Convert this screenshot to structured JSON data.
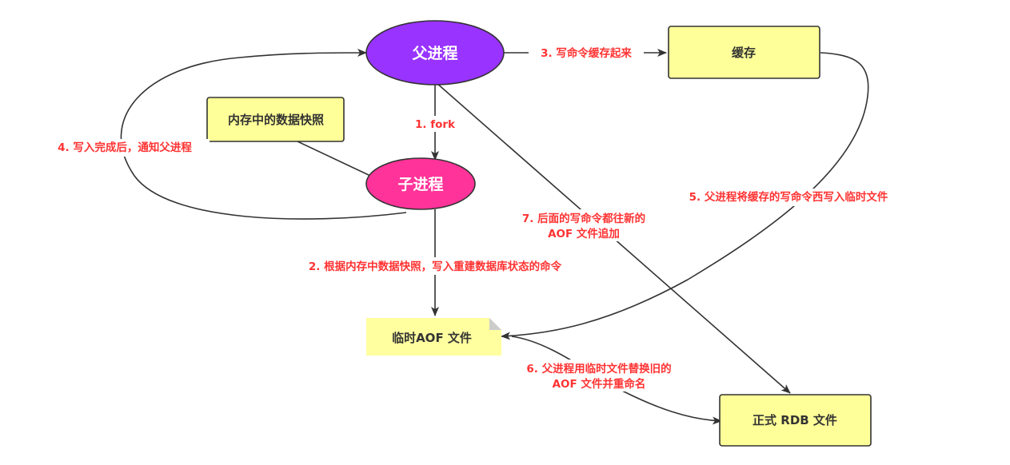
{
  "diagram": {
    "colors": {
      "parent_fill": "#9933ff",
      "child_fill": "#ff3399",
      "box_fill": "#ffff99",
      "note_fill": "#ffffa0",
      "note_fold": "#cccccc",
      "stroke": "#333333",
      "label": "#ff3333"
    },
    "nodes": {
      "parent": {
        "label": "父进程",
        "shape": "ellipse"
      },
      "child": {
        "label": "子进程",
        "shape": "ellipse"
      },
      "buffer": {
        "label": "缓存",
        "shape": "rounded-rect"
      },
      "snapshot": {
        "label": "内存中的数据快照",
        "shape": "rounded-rect"
      },
      "temp_aof": {
        "label": "临时AOF 文件",
        "shape": "note"
      },
      "rdb": {
        "label": "正式 RDB 文件",
        "shape": "rounded-rect"
      }
    },
    "edges": {
      "e1": {
        "from": "parent",
        "to": "child",
        "label": "1. fork"
      },
      "e2": {
        "from": "child",
        "to": "temp_aof",
        "label": "2. 根据内存中数据快照，写入重建数据库状态的命令"
      },
      "e3": {
        "from": "parent",
        "to": "buffer",
        "label": "3. 写命令缓存起来"
      },
      "e4": {
        "from": "child",
        "to": "parent",
        "label": "4. 写入完成后，通知父进程"
      },
      "e5": {
        "from": "buffer",
        "to": "temp_aof",
        "label": "5. 父进程将缓存的写命令西写入临时文件"
      },
      "e6": {
        "from": "temp_aof",
        "to": "rdb",
        "label_line1": "6. 父进程用临时文件替换旧的",
        "label_line2": "AOF 文件并重命名"
      },
      "e7": {
        "from": "parent",
        "to": "rdb",
        "label_line1": "7. 后面的写命令都往新的",
        "label_line2": "AOF 文件追加"
      },
      "e_snap": {
        "from": "snapshot",
        "to": "child",
        "label": ""
      }
    }
  }
}
